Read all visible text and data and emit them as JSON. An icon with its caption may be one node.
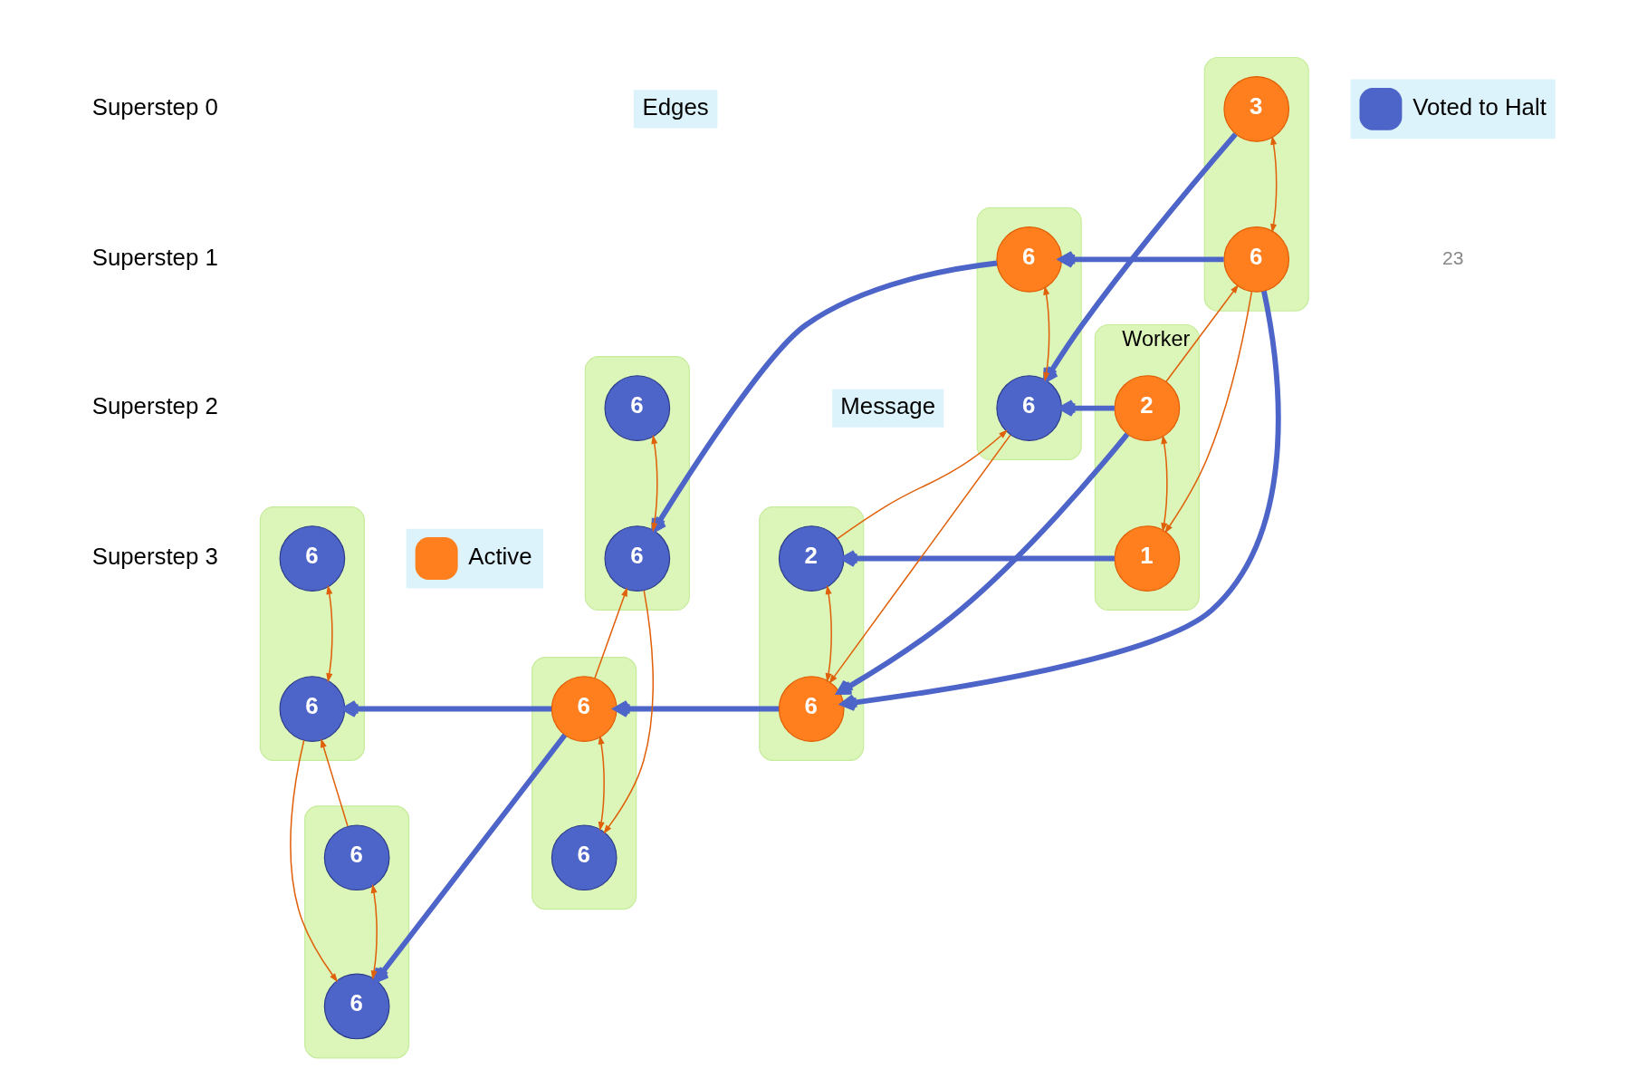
{
  "diagram": {
    "nodes": [
      {
        "text": [],
        "shape": "box"
      },
      {
        "text": [
          "3"
        ],
        "in": 0
      },
      {
        "text": [
          "6"
        ],
        "in": 0
      },
      {
        "text": [],
        "shape": "box",
        "beside": [
          "Worker"
        ]
      },
      {
        "text": [
          "2"
        ],
        "in": 3
      },
      {
        "text": [
          "1"
        ],
        "in": 3
      },
      {
        "text": [],
        "shape": "box"
      },
      {
        "text": [
          "6"
        ],
        "in": 6
      },
      {
        "text": [
          "6"
        ],
        "in": 6
      },
      {
        "text": [],
        "shape": "box"
      },
      {
        "text": [
          "2"
        ],
        "in": 9
      },
      {
        "text": [
          "6"
        ],
        "in": 9
      },
      {
        "text": [],
        "shape": "box"
      },
      {
        "text": [
          "6"
        ],
        "in": 12
      },
      {
        "text": [
          "6"
        ],
        "in": 12
      },
      {
        "text": [],
        "shape": "box"
      },
      {
        "text": [
          "6"
        ],
        "in": 15
      },
      {
        "text": [
          "6"
        ],
        "in": 15
      },
      {
        "text": [],
        "shape": "box"
      },
      {
        "text": [
          "6"
        ],
        "in": 18
      },
      {
        "text": [
          "6"
        ],
        "in": 18
      },
      {
        "text": [],
        "shape": "box"
      },
      {
        "text": [
          "6"
        ],
        "in": 21
      },
      {
        "text": [
          "6"
        ],
        "in": 21
      }
    ],
    "edges": [
      {
        "from": 1,
        "to": 2,
        "arrow": "both"
      },
      {
        "from": 4,
        "to": 2,
        "arrow": "to"
      },
      {
        "from": 4,
        "to": 5,
        "arrow": "both"
      },
      {
        "from": 2,
        "to": 5,
        "arrow": "to"
      },
      {
        "from": 7,
        "to": 8,
        "arrow": "both"
      },
      {
        "from": 10,
        "to": 8,
        "arrow": "to"
      },
      {
        "from": 10,
        "to": 11,
        "arrow": "both"
      },
      {
        "from": 8,
        "to": 11,
        "arrow": "to"
      },
      {
        "from": 13,
        "to": 14,
        "arrow": "both"
      },
      {
        "from": 16,
        "to": 14,
        "arrow": "to"
      },
      {
        "from": 16,
        "to": 17,
        "arrow": "both"
      },
      {
        "from": 14,
        "to": 17,
        "arrow": "to"
      },
      {
        "from": 19,
        "to": 20,
        "arrow": "both"
      },
      {
        "from": 22,
        "to": 20,
        "arrow": "to"
      },
      {
        "from": 22,
        "to": 23,
        "arrow": "both"
      },
      {
        "from": 20,
        "to": 23,
        "arrow": "to"
      },
      {
        "from": 1,
        "to": 8,
        "arrow": "to",
        "style": "thick",
        "color": "#4d64c8"
      },
      {
        "from": 2,
        "to": 7,
        "arrow": "to",
        "style": "thick",
        "color": "#4d64c8"
      },
      {
        "from": 2,
        "to": 11,
        "arrow": "to",
        "style": "thick",
        "color": "#4d64c8"
      },
      {
        "from": 4,
        "to": 8,
        "arrow": "to",
        "style": "thick",
        "color": "#4d64c8"
      },
      {
        "from": 4,
        "to": 11,
        "arrow": "to",
        "style": "thick",
        "color": "#4d64c8"
      },
      {
        "from": 5,
        "to": 10,
        "arrow": "to",
        "style": "thick",
        "color": "#4d64c8"
      },
      {
        "from": 7,
        "to": 14,
        "arrow": "to",
        "style": "thick",
        "color": "#4d64c8"
      },
      {
        "from": 11,
        "to": 16,
        "arrow": "to",
        "style": "thick",
        "color": "#4d64c8"
      },
      {
        "from": 16,
        "to": 20,
        "arrow": "to",
        "style": "thick",
        "color": "#4d64c8"
      },
      {
        "from": 16,
        "to": 23,
        "arrow": "to",
        "style": "thick",
        "color": "#4d64c8"
      }
    ],
    "labels": [
      "Superstep 0",
      "Superstep 1",
      "Superstep 2",
      "Superstep 3",
      "23"
    ],
    "legend": [
      {
        "text": "Edges"
      },
      {
        "text": "Message"
      },
      {
        "text": "Active",
        "color": "#ff7f1f"
      },
      {
        "text": "Voted to Halt",
        "color": "#4d64c8"
      }
    ]
  }
}
